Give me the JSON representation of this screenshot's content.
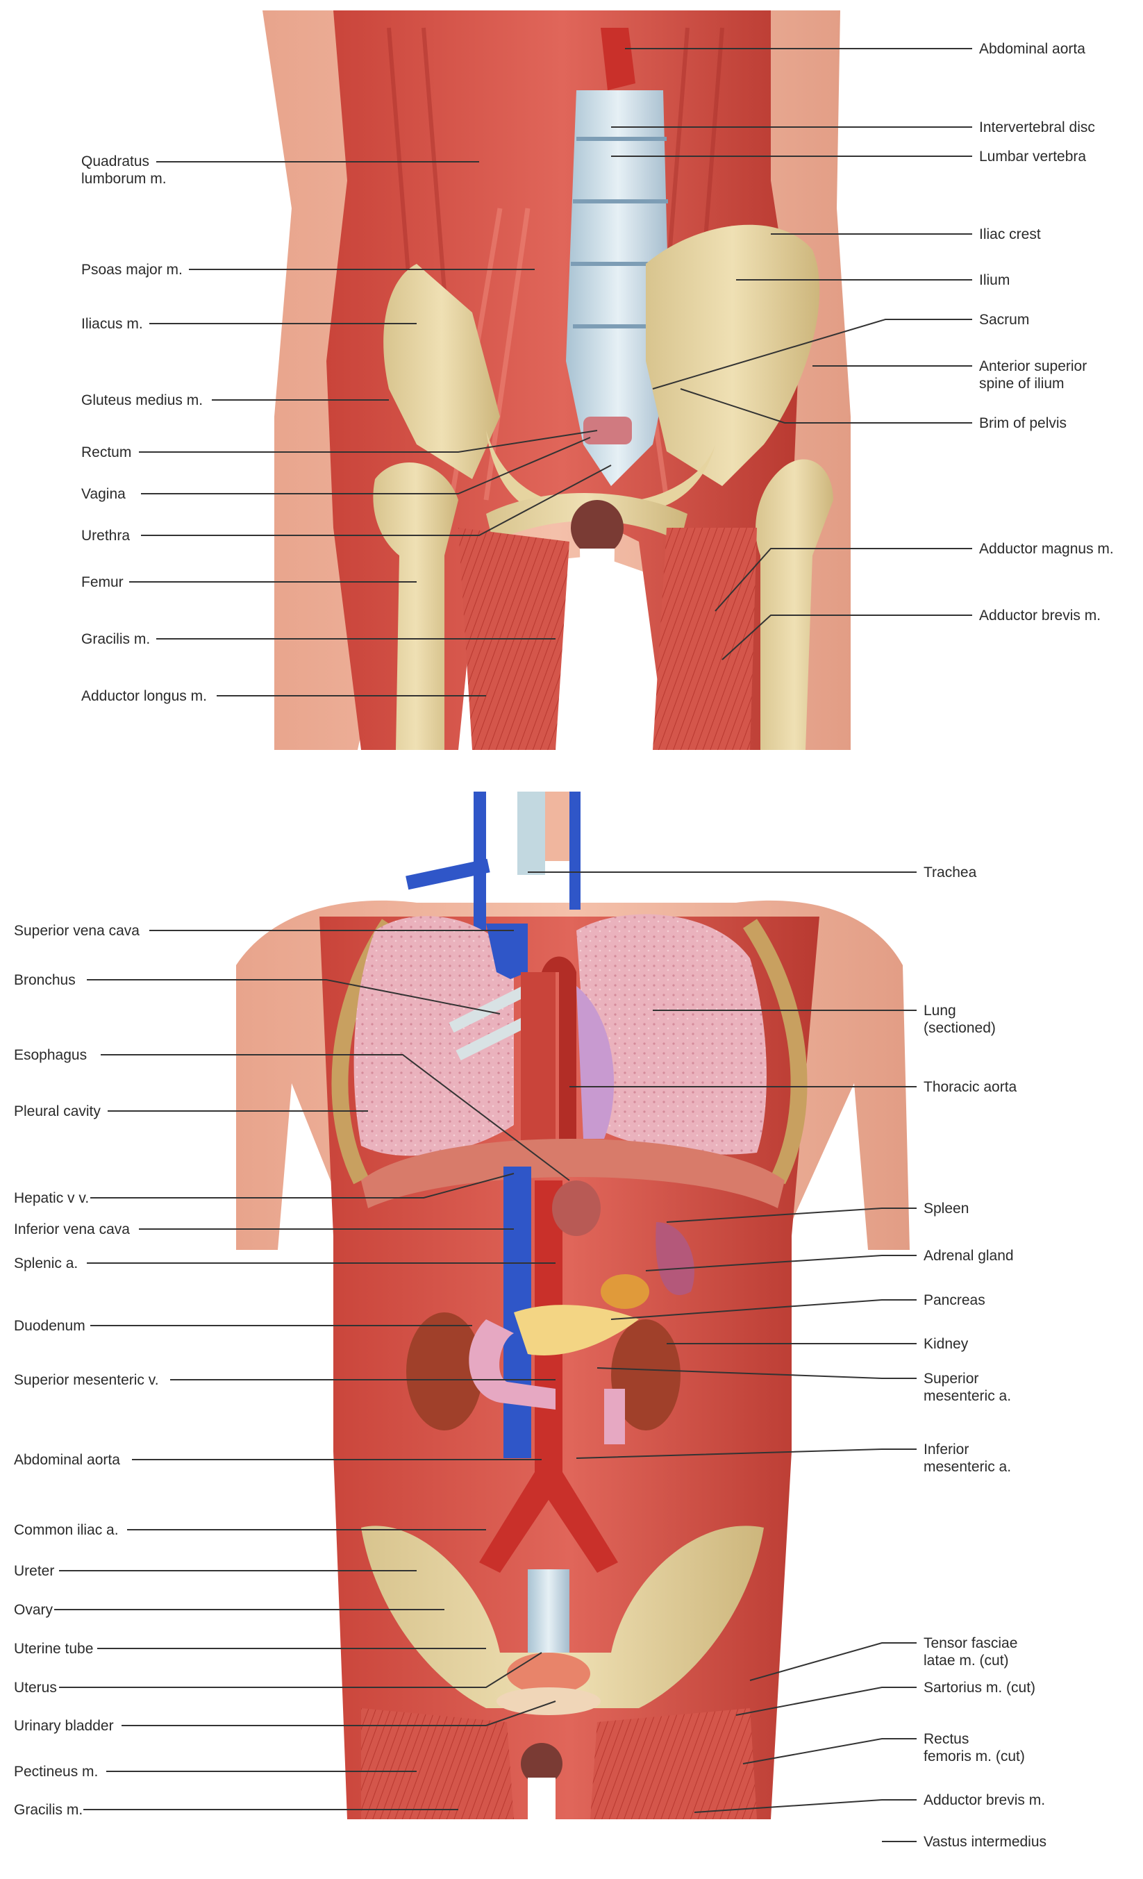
{
  "figure_top": {
    "left_labels": [
      {
        "id": "quadratus-lumborum",
        "text": "Quadratus\nlumborum m."
      },
      {
        "id": "psoas-major",
        "text": "Psoas major m."
      },
      {
        "id": "iliacus",
        "text": "Iliacus m."
      },
      {
        "id": "gluteus-medius",
        "text": "Gluteus medius m."
      },
      {
        "id": "rectum",
        "text": "Rectum"
      },
      {
        "id": "vagina",
        "text": "Vagina"
      },
      {
        "id": "urethra",
        "text": "Urethra"
      },
      {
        "id": "femur",
        "text": "Femur"
      },
      {
        "id": "gracilis",
        "text": "Gracilis m."
      },
      {
        "id": "adductor-longus",
        "text": "Adductor longus m."
      }
    ],
    "right_labels": [
      {
        "id": "abdominal-aorta",
        "text": "Abdominal aorta"
      },
      {
        "id": "intervertebral-disc",
        "text": "Intervertebral disc"
      },
      {
        "id": "lumbar-vertebra",
        "text": "Lumbar vertebra"
      },
      {
        "id": "iliac-crest",
        "text": "Iliac crest"
      },
      {
        "id": "ilium",
        "text": "Ilium"
      },
      {
        "id": "sacrum",
        "text": "Sacrum"
      },
      {
        "id": "anterior-superior-spine",
        "text": "Anterior superior\nspine of ilium"
      },
      {
        "id": "brim-of-pelvis",
        "text": "Brim of pelvis"
      },
      {
        "id": "adductor-magnus",
        "text": "Adductor magnus m."
      },
      {
        "id": "adductor-brevis",
        "text": "Adductor brevis m."
      }
    ]
  },
  "figure_bottom": {
    "left_labels": [
      {
        "id": "superior-vena-cava",
        "text": "Superior vena cava"
      },
      {
        "id": "bronchus",
        "text": "Bronchus"
      },
      {
        "id": "esophagus",
        "text": "Esophagus"
      },
      {
        "id": "pleural-cavity",
        "text": "Pleural cavity"
      },
      {
        "id": "hepatic-vv",
        "text": "Hepatic v v."
      },
      {
        "id": "inferior-vena-cava",
        "text": "Inferior vena cava"
      },
      {
        "id": "splenic-a",
        "text": "Splenic a."
      },
      {
        "id": "duodenum",
        "text": "Duodenum"
      },
      {
        "id": "superior-mesenteric-v",
        "text": "Superior mesenteric v."
      },
      {
        "id": "abdominal-aorta-2",
        "text": "Abdominal aorta"
      },
      {
        "id": "common-iliac-a",
        "text": "Common iliac a."
      },
      {
        "id": "ureter",
        "text": "Ureter"
      },
      {
        "id": "ovary",
        "text": "Ovary"
      },
      {
        "id": "uterine-tube",
        "text": "Uterine tube"
      },
      {
        "id": "uterus",
        "text": "Uterus"
      },
      {
        "id": "urinary-bladder",
        "text": "Urinary bladder"
      },
      {
        "id": "pectineus",
        "text": "Pectineus m."
      },
      {
        "id": "gracilis-2",
        "text": "Gracilis m."
      }
    ],
    "right_labels": [
      {
        "id": "trachea",
        "text": "Trachea"
      },
      {
        "id": "lung",
        "text": "Lung\n(sectioned)"
      },
      {
        "id": "thoracic-aorta",
        "text": "Thoracic aorta"
      },
      {
        "id": "spleen",
        "text": "Spleen"
      },
      {
        "id": "adrenal-gland",
        "text": "Adrenal gland"
      },
      {
        "id": "pancreas",
        "text": "Pancreas"
      },
      {
        "id": "kidney",
        "text": "Kidney"
      },
      {
        "id": "superior-mesenteric-a",
        "text": "Superior\nmesenteric a."
      },
      {
        "id": "inferior-mesenteric-a",
        "text": "Inferior\nmesenteric a."
      },
      {
        "id": "tensor-fasciae-latae",
        "text": "Tensor fasciae\nlatae m. (cut)"
      },
      {
        "id": "sartorius",
        "text": "Sartorius m. (cut)"
      },
      {
        "id": "rectus-femoris",
        "text": "Rectus\nfemoris m. (cut)"
      },
      {
        "id": "adductor-brevis-2",
        "text": "Adductor brevis m."
      },
      {
        "id": "vastus-intermedius",
        "text": "Vastus intermedius"
      }
    ]
  }
}
